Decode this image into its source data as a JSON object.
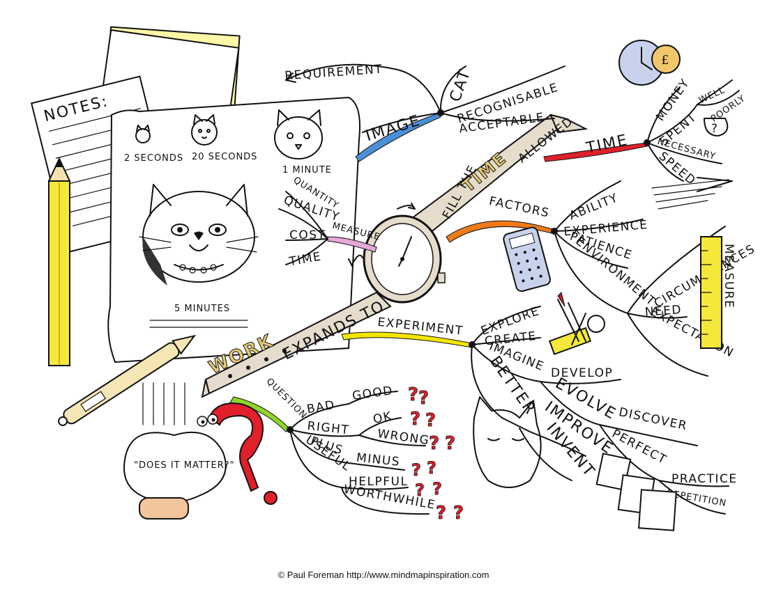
{
  "central": {
    "work": "WORK",
    "expands": "EXPANDS TO",
    "fill": "FILL THE",
    "time": "TIME",
    "allowed": "ALLOWED"
  },
  "notes": {
    "title": "NOTES:",
    "cat_labels": [
      "2 SECONDS",
      "20 SECONDS",
      "1 MINUTE",
      "5 MINUTES"
    ]
  },
  "branches": {
    "image": {
      "label": "IMAGE",
      "cat": "CAT",
      "requirement": "REQUIREMENT",
      "recognisable": "RECOGNISABLE",
      "acceptable": "ACCEPTABLE"
    },
    "time": {
      "label": "TIME",
      "money": "MONEY",
      "spent": "SPENT",
      "well": "WELL",
      "poorly": "POORLY",
      "q": "?",
      "necessary": "NECESSARY",
      "speed": "SPEED"
    },
    "factors": {
      "label": "FACTORS",
      "ability": "ABILITY",
      "experience": "EXPERIENCE",
      "patience": "PATIENCE",
      "environment": "ENVIRONMENT"
    },
    "measure": {
      "label": "MEASURE",
      "quantity": "QUANTITY",
      "quality": "QUALITY",
      "cost": "COST",
      "time": "TIME"
    },
    "circumstances": {
      "label": "CIRCUMSTANCES",
      "need": "NEED",
      "expectation": "EXPECTATION",
      "measure_vert": "MEASURE"
    },
    "experiment": {
      "label": "EXPERIMENT",
      "explore": "EXPLORE",
      "create": "CREATE",
      "imagine": "IMAGINE",
      "develop": "DEVELOP",
      "better": "BETTER",
      "evolve": "EVOLVE",
      "improve": "IMPROVE",
      "invent": "INVENT",
      "discover": "DISCOVER",
      "perfect": "PERFECT",
      "practice": "PRACTICE",
      "repetition": "REPETITION"
    },
    "question": {
      "label": "QUESTION",
      "bad": "BAD",
      "good": "GOOD",
      "right": "RIGHT",
      "ok": "OK",
      "wrong": "WRONG",
      "plus": "PLUS",
      "minus": "MINUS",
      "useful": "USEFUL",
      "helpful": "HELPFUL",
      "worthwhile": "WORTHWHILE",
      "bubble": "\"DOES IT MATTER?\""
    }
  },
  "colors": {
    "image": "#4a90d9",
    "time": "#e0202a",
    "factors": "#f07a1a",
    "measure": "#e7a8d8",
    "experiment": "#f2e600",
    "question": "#8fd62a",
    "strap": "#e6dccb",
    "pencil": "#f5e83a",
    "clock": "#c8d2ec",
    "notes": "#fff6a8"
  },
  "icons": [
    "alarm-clock-icon",
    "calculator-icon",
    "paintbrush-icon",
    "ruler-icon",
    "pen-icon",
    "pencil-icon",
    "watch-icon"
  ],
  "footer": {
    "copyright": "© Paul Foreman http://www.mindmapinspiration.com"
  }
}
